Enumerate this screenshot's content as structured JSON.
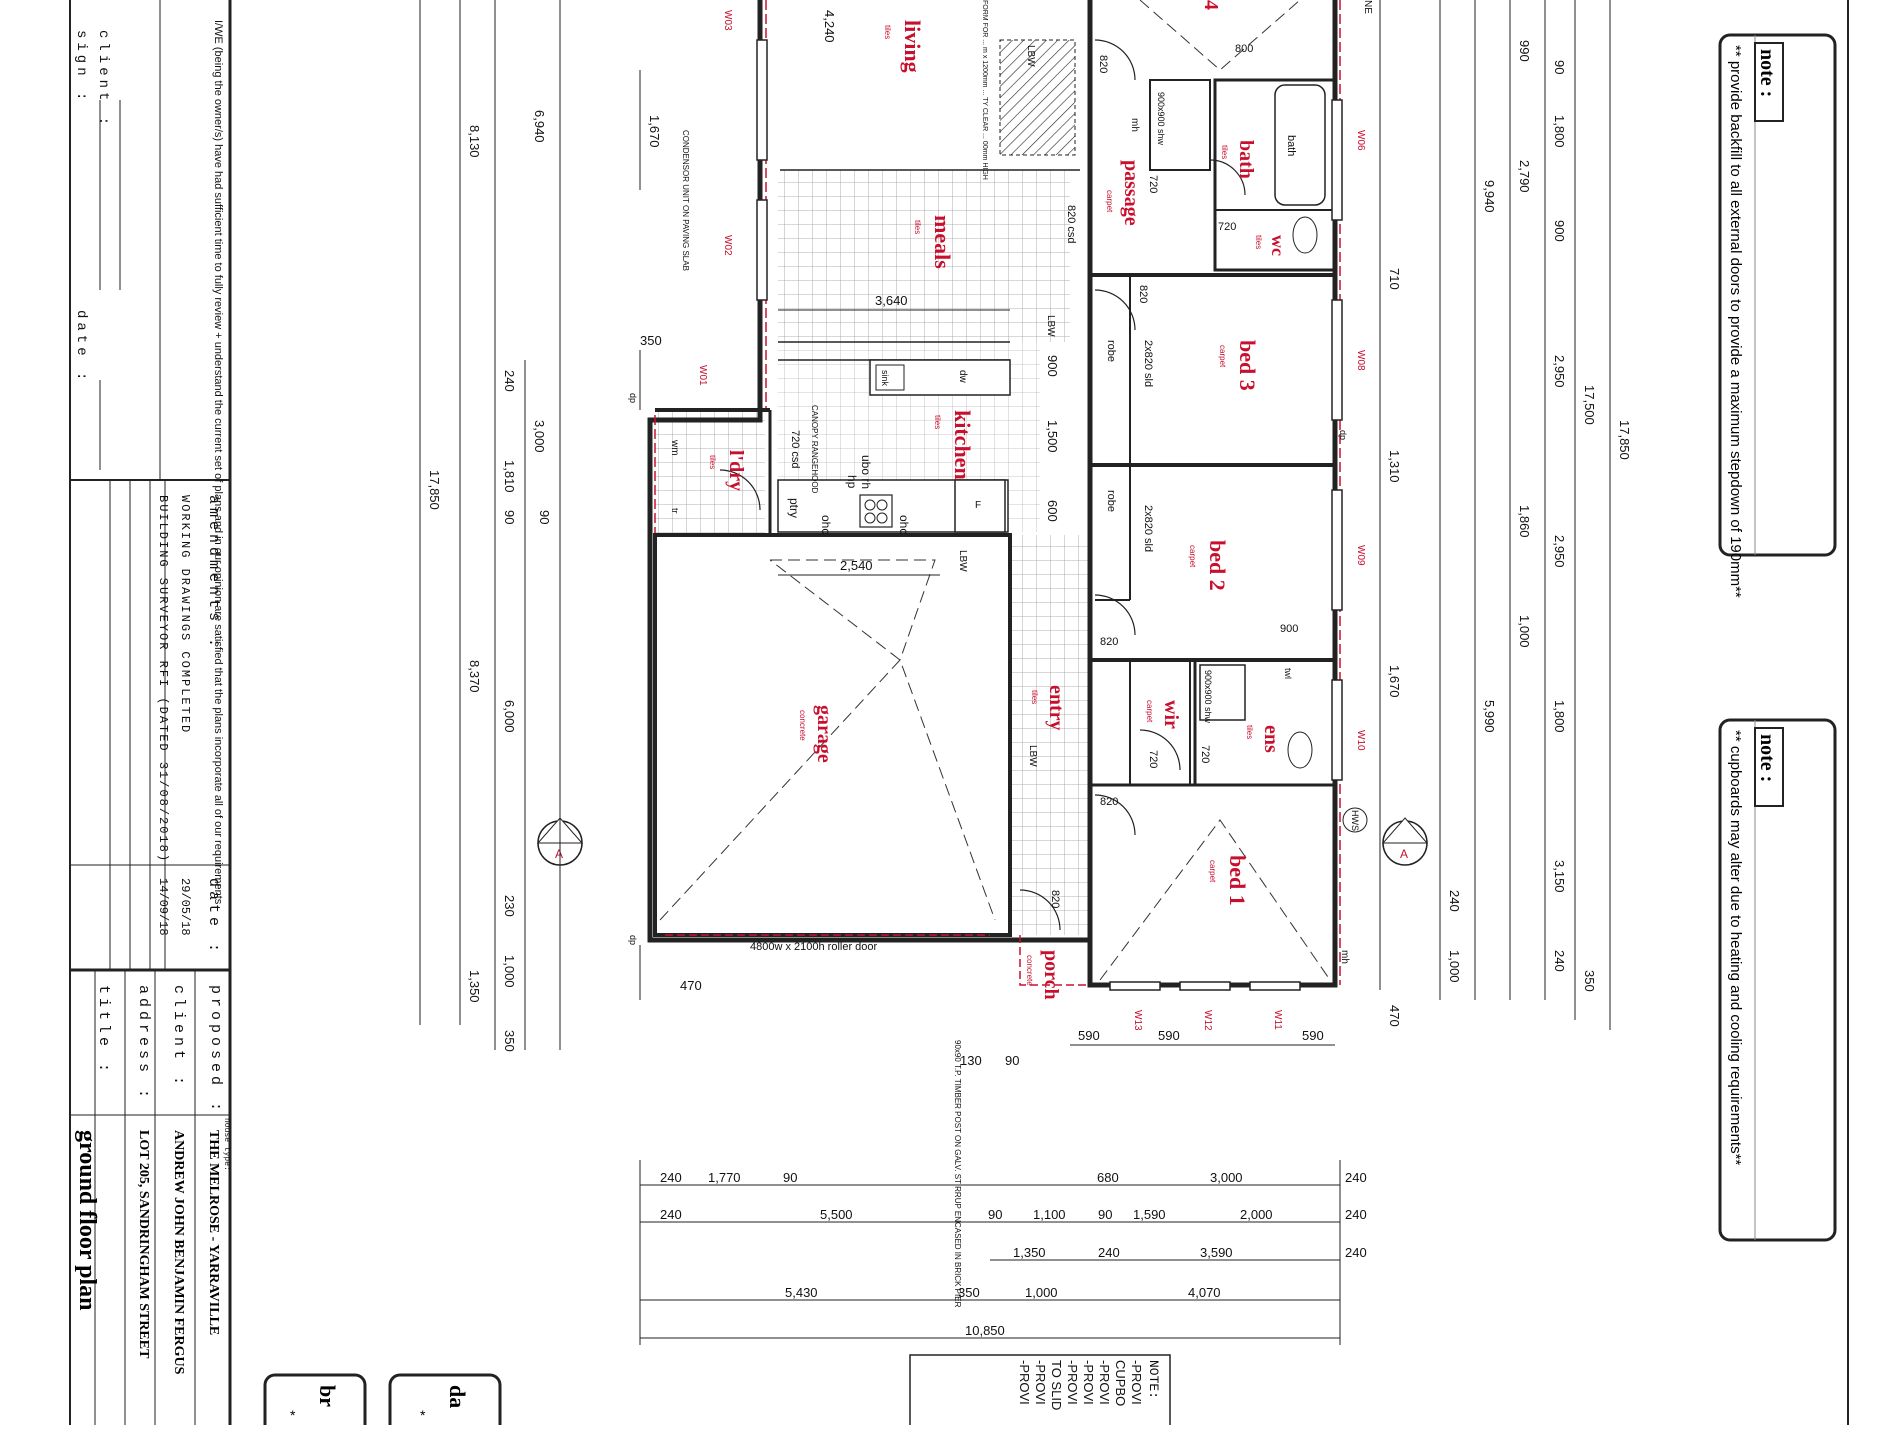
{
  "notes": {
    "header": "note :",
    "backfill": "** provide backfill to all external doors to provide a maximum stepdown of 190mm**",
    "cupboards": "** cupboards may alter due to heating and cooling requirements**"
  },
  "title_block": {
    "owner_statement": "I/WE (being the owner/s) have had sufficient time to fully review + understand the current set of plans and in our opinion are satisfied that the plans incorporate all of our requirements",
    "client_label": "client :",
    "sign_label": "sign :",
    "date_label": "date :",
    "amendments_label": "amendments :",
    "date_col_label": "date :",
    "amendments": [
      {
        "text": "WORKING DRAWINGS COMPLETED",
        "date": "29/05/18"
      },
      {
        "text": "BUILDING SURVEYOR RFI (DATED 31/08/2018)",
        "date": "14/09/18"
      }
    ],
    "proposed_label": "proposed :",
    "client2_label": "client :",
    "address_label": "address :",
    "title_label": "title :",
    "house_type_label": "house type:",
    "proposed_value": "THE MELROSE - YARRAVILLE",
    "client_value": "ANDREW JOHN BENJAMIN FERGUS",
    "address_value": "LOT 205, SANDRINGHAM STREET",
    "title_value": "ground floor plan"
  },
  "rooms": {
    "living": "living",
    "meals": "meals",
    "kitchen": "kitchen",
    "laundry": "l'dry",
    "garage": "garage",
    "entry": "entry",
    "porch": "porch",
    "passage": "passage",
    "bath": "bath",
    "wc": "wc",
    "bed3": "bed 3",
    "bed2": "bed 2",
    "wir": "wir",
    "ens": "ens",
    "bed1": "bed 1",
    "bed4": "4"
  },
  "finishes": {
    "carpet": "carpet",
    "tiles": "tiles",
    "concrete": "concrete"
  },
  "annotations": {
    "condensor": "CONDENSOR UNIT ON PAVING SLAB",
    "roller_door": "4800w x 2100h roller door",
    "canopy": "CANOPY RANGEHOOD",
    "ubo": "ubo rh",
    "hp": "hp",
    "pantry": "ptry",
    "ohc": "ohc",
    "dw": "dw",
    "sink": "sink",
    "fridge": "F",
    "wm": "wm",
    "trough": "tr",
    "csd": "720 csd",
    "lbw": "LBW",
    "robe": "robe",
    "sld": "2x820 sld",
    "shower": "900x900 shw",
    "bath_fixture": "bath",
    "towel": "twl",
    "mh": "mh",
    "hws": "HWS",
    "dp": "dp",
    "post": "90x90 T.P. TIMBER POST ON GALV. STIRRUP ENCASED IN BRICK PIER",
    "section_a": "A",
    "partial_note": "FORM FOR ... m x 1200mm ... TY CLEAR ... 00mm HIGH",
    "ne_frag": "NE"
  },
  "windows": [
    "W03",
    "W02",
    "W01",
    "W06",
    "W08",
    "W09",
    "W10",
    "W11",
    "W12",
    "W13"
  ],
  "doors": {
    "d820": "820",
    "d720": "720",
    "d800": "800",
    "d900": "900",
    "d820csd": "820 csd"
  },
  "dims_left": [
    "4,240",
    "6,940",
    "8,130",
    "1,670",
    "17,850",
    "3,000",
    "1,810",
    "6,000",
    "8,370",
    "240",
    "90",
    "350",
    "230",
    "1,000",
    "1,350",
    "350",
    "470"
  ],
  "dims_right": [
    "17,850",
    "17,500",
    "9,940",
    "5,990",
    "990",
    "1,800",
    "2,790",
    "900",
    "710",
    "2,950",
    "1,310",
    "2,950",
    "1,860",
    "1,000",
    "1,670",
    "1,800",
    "3,150",
    "240",
    "1,000",
    "350",
    "470",
    "90",
    "240"
  ],
  "dims_interior": [
    "3,640",
    "2,540",
    "1,500",
    "900",
    "600",
    "470",
    "130",
    "90",
    "590"
  ],
  "dims_bottom": {
    "row1": [
      "240",
      "1,770",
      "90",
      "680",
      "3,000",
      "240"
    ],
    "row2": [
      "240",
      "5,500",
      "90",
      "1,100",
      "90",
      "1,590",
      "2,000",
      "240"
    ],
    "row3": [
      "1,350",
      "240",
      "3,590",
      "240"
    ],
    "row4": [
      "5,430",
      "350",
      "1,000",
      "4,070"
    ],
    "row5": [
      "10,850"
    ]
  },
  "bottom_note": {
    "header": "NOTE:",
    "lines": [
      "-PROVI",
      "CUPBO",
      "-PROVI",
      "-PROVI",
      "-PROVI",
      "TO SLID",
      "-PROVI",
      "-PROVI"
    ]
  },
  "bottom_boxes": {
    "box1": "br",
    "box2": "da",
    "box1_sub": "*",
    "box2_sub": "*"
  }
}
